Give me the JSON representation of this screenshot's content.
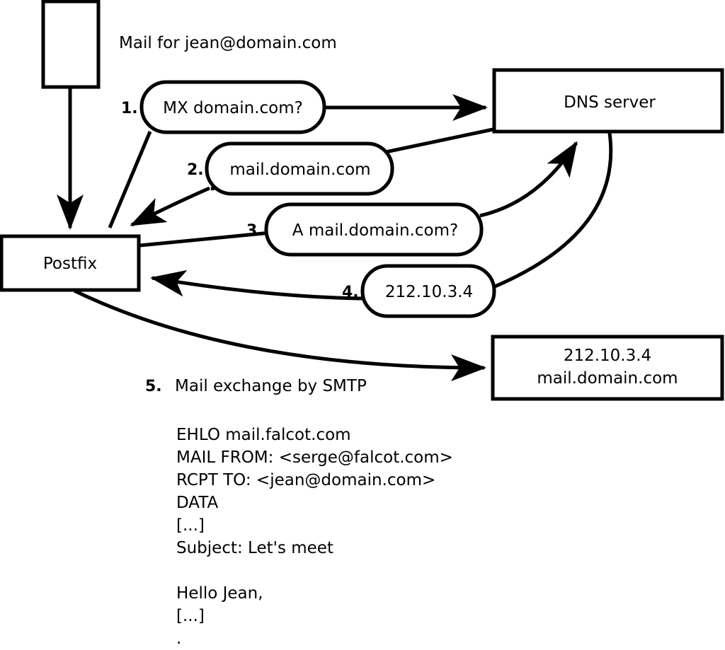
{
  "diagram": {
    "title": "Mail for jean@domain.com",
    "nodes": {
      "sender": {
        "label": ""
      },
      "postfix": {
        "label": "Postfix"
      },
      "dns": {
        "label": "DNS server"
      },
      "target": {
        "line1": "212.10.3.4",
        "line2": "mail.domain.com"
      }
    },
    "steps": [
      {
        "num": "1.",
        "text": "MX domain.com?"
      },
      {
        "num": "2.",
        "text": "mail.domain.com"
      },
      {
        "num": "3.",
        "text": "A mail.domain.com?"
      },
      {
        "num": "4.",
        "text": "212.10.3.4"
      }
    ],
    "caption": {
      "num": "5.",
      "text": "Mail exchange by SMTP"
    },
    "transcript": [
      "EHLO mail.falcot.com",
      "MAIL FROM: <serge@falcot.com>",
      "RCPT TO: <jean@domain.com>",
      "DATA",
      "[...]",
      "Subject: Let's meet",
      "",
      "Hello Jean,",
      "[...]",
      "."
    ],
    "colors": {
      "stroke": "#000000",
      "fill": "#ffffff",
      "background": "#ffffff"
    }
  }
}
